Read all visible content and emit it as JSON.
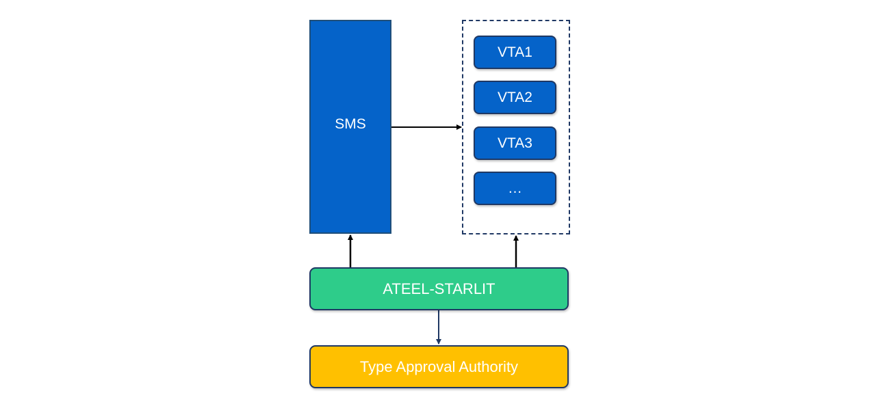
{
  "colors": {
    "sms": "#0563c9",
    "vta": "#0563c9",
    "ateel": "#2ecc8a",
    "authority": "#ffc000",
    "border": "#1f3864",
    "arrow": "#000000"
  },
  "nodes": {
    "sms": "SMS",
    "vta": [
      "VTA1",
      "VTA2",
      "VTA3",
      "…"
    ],
    "ateel": "ATEEL-STARLIT",
    "authority": "Type Approval Authority"
  }
}
